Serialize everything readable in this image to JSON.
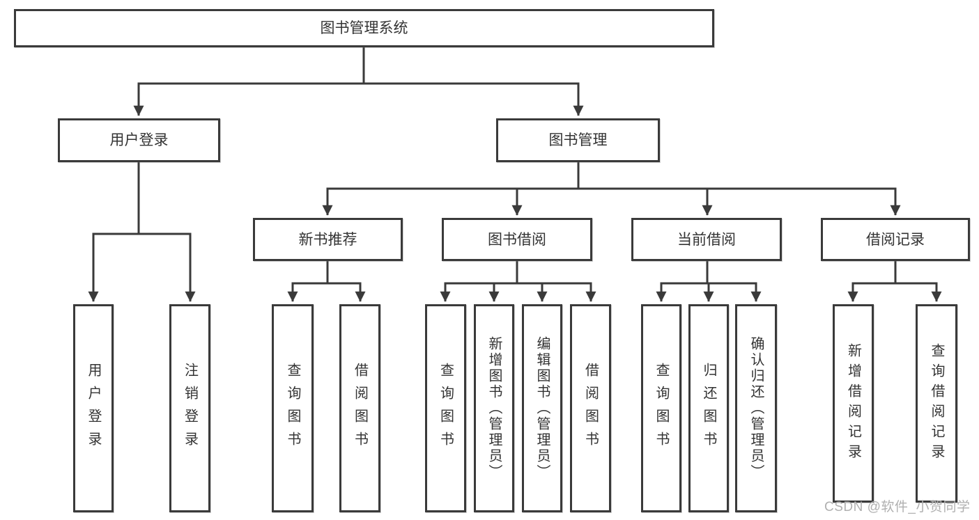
{
  "tree": {
    "root": {
      "label": "图书管理系统",
      "children": [
        {
          "label": "用户登录",
          "children": [
            {
              "label": "用户登录"
            },
            {
              "label": "注销登录"
            }
          ]
        },
        {
          "label": "图书管理",
          "children": [
            {
              "label": "新书推荐",
              "children": [
                {
                  "label": "查询图书"
                },
                {
                  "label": "借阅图书"
                }
              ]
            },
            {
              "label": "图书借阅",
              "children": [
                {
                  "label": "查询图书"
                },
                {
                  "label": "新增图书（管理员）"
                },
                {
                  "label": "编辑图书（管理员）"
                },
                {
                  "label": "借阅图书"
                }
              ]
            },
            {
              "label": "当前借阅",
              "children": [
                {
                  "label": "查询图书"
                },
                {
                  "label": "归还图书"
                },
                {
                  "label": "确认归还（管理员）"
                }
              ]
            },
            {
              "label": "借阅记录",
              "children": [
                {
                  "label": "新增借阅记录"
                },
                {
                  "label": "查询借阅记录"
                }
              ]
            }
          ]
        }
      ]
    }
  },
  "watermark": {
    "text": "CSDN @软件_小贺同学"
  },
  "colors": {
    "line": "#3a3a3a",
    "box_border": "#3a3a3a",
    "text": "#333333",
    "watermark": "#b0b0b0",
    "background": "#ffffff"
  }
}
